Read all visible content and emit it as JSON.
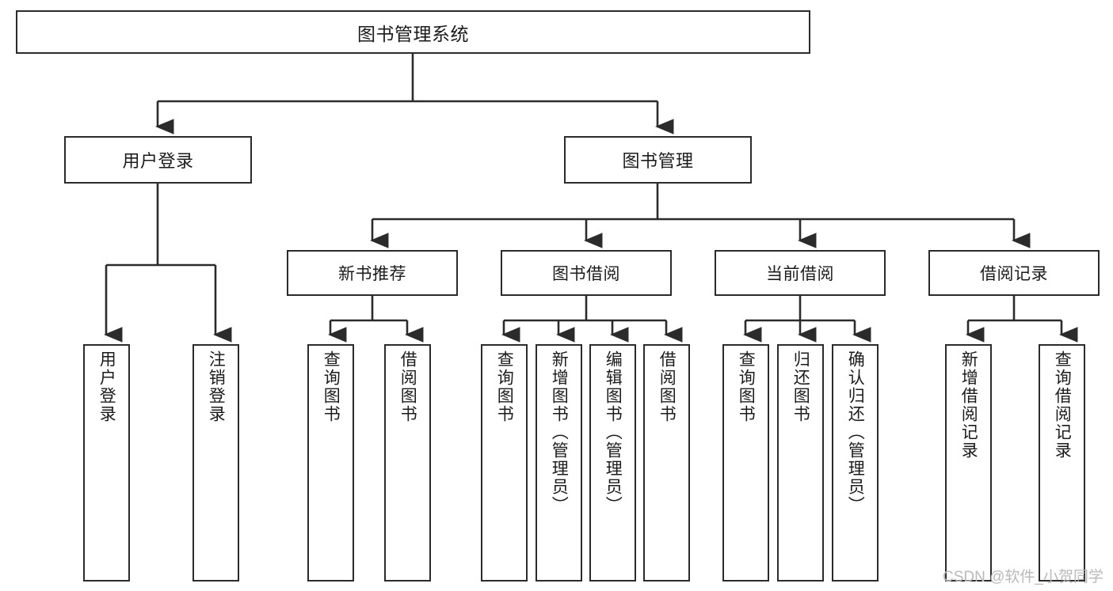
{
  "diagram": {
    "title": "图书管理系统",
    "type": "tree-hierarchy-chart",
    "watermark": "CSDN @软件_小贺同学",
    "colors": {
      "stroke": "#2b2b2b",
      "fill": "#ffffff",
      "text": "#1b1b1b",
      "watermark": "#b9b9b9"
    },
    "root": {
      "label": "图书管理系统"
    },
    "level1": [
      {
        "label": "用户登录"
      },
      {
        "label": "图书管理"
      }
    ],
    "level2": [
      {
        "label": "新书推荐"
      },
      {
        "label": "图书借阅"
      },
      {
        "label": "当前借阅"
      },
      {
        "label": "借阅记录"
      }
    ],
    "leaves": {
      "user_login": [
        {
          "label": "用户登录"
        },
        {
          "label": "注销登录"
        }
      ],
      "new_book_recommend": [
        {
          "label": "查询图书"
        },
        {
          "label": "借阅图书"
        }
      ],
      "book_borrow": [
        {
          "label": "查询图书"
        },
        {
          "label": "新增图书（管理员）"
        },
        {
          "label": "编辑图书（管理员）"
        },
        {
          "label": "借阅图书"
        }
      ],
      "current_borrow": [
        {
          "label": "查询图书"
        },
        {
          "label": "归还图书"
        },
        {
          "label": "确认归还（管理员）"
        }
      ],
      "borrow_record": [
        {
          "label": "新增借阅记录"
        },
        {
          "label": "查询借阅记录"
        }
      ]
    }
  }
}
